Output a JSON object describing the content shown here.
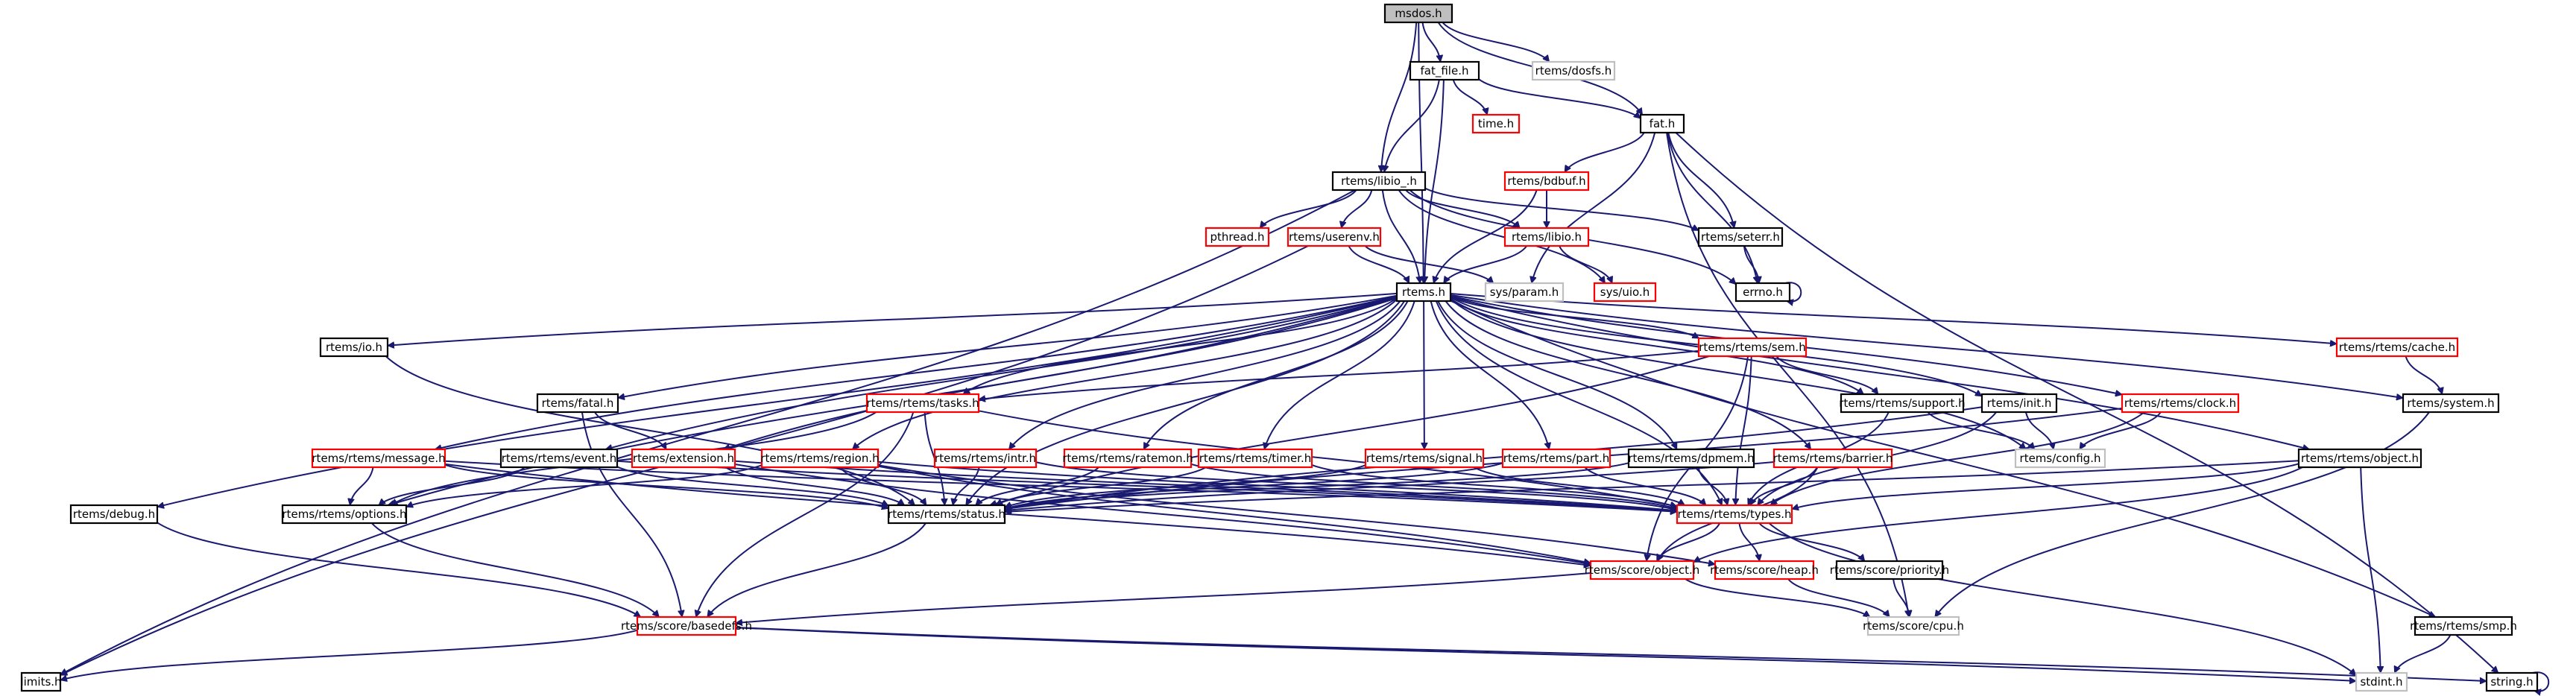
{
  "diagram": {
    "type": "include-dependency-graph",
    "root": "msdos.h",
    "legend": {
      "root_fill": "#bfbfbf",
      "documented_border": "#000000",
      "undocumented_border": "#ff0000",
      "external_border": "#bfbfbf",
      "edge_color": "#191970"
    },
    "nodes": [
      {
        "id": "msdos",
        "label": "msdos.h",
        "kind": "root"
      },
      {
        "id": "fat_file",
        "label": "fat_file.h",
        "kind": "black"
      },
      {
        "id": "dosfs",
        "label": "rtems/dosfs.h",
        "kind": "grey"
      },
      {
        "id": "time",
        "label": "time.h",
        "kind": "red"
      },
      {
        "id": "fat",
        "label": "fat.h",
        "kind": "black"
      },
      {
        "id": "libio_",
        "label": "rtems/libio_.h",
        "kind": "black"
      },
      {
        "id": "bdbuf",
        "label": "rtems/bdbuf.h",
        "kind": "red"
      },
      {
        "id": "pthread",
        "label": "pthread.h",
        "kind": "red"
      },
      {
        "id": "userenv",
        "label": "rtems/userenv.h",
        "kind": "red"
      },
      {
        "id": "libio",
        "label": "rtems/libio.h",
        "kind": "red"
      },
      {
        "id": "seterr",
        "label": "rtems/seterr.h",
        "kind": "black"
      },
      {
        "id": "rtems",
        "label": "rtems.h",
        "kind": "black"
      },
      {
        "id": "sysparam",
        "label": "sys/param.h",
        "kind": "grey"
      },
      {
        "id": "sysuio",
        "label": "sys/uio.h",
        "kind": "red"
      },
      {
        "id": "errno",
        "label": "errno.h",
        "kind": "black"
      },
      {
        "id": "io",
        "label": "rtems/io.h",
        "kind": "black"
      },
      {
        "id": "sem",
        "label": "rtems/rtems/sem.h",
        "kind": "red"
      },
      {
        "id": "cache",
        "label": "rtems/rtems/cache.h",
        "kind": "red"
      },
      {
        "id": "fatal",
        "label": "rtems/fatal.h",
        "kind": "black"
      },
      {
        "id": "tasks",
        "label": "rtems/rtems/tasks.h",
        "kind": "red"
      },
      {
        "id": "support",
        "label": "rtems/rtems/support.h",
        "kind": "black"
      },
      {
        "id": "init",
        "label": "rtems/init.h",
        "kind": "black"
      },
      {
        "id": "clock",
        "label": "rtems/rtems/clock.h",
        "kind": "red"
      },
      {
        "id": "system",
        "label": "rtems/system.h",
        "kind": "black"
      },
      {
        "id": "message",
        "label": "rtems/rtems/message.h",
        "kind": "red"
      },
      {
        "id": "event",
        "label": "rtems/rtems/event.h",
        "kind": "black"
      },
      {
        "id": "extension",
        "label": "rtems/extension.h",
        "kind": "red"
      },
      {
        "id": "region",
        "label": "rtems/rtems/region.h",
        "kind": "red"
      },
      {
        "id": "intr",
        "label": "rtems/rtems/intr.h",
        "kind": "red"
      },
      {
        "id": "ratemon",
        "label": "rtems/rtems/ratemon.h",
        "kind": "red"
      },
      {
        "id": "timer",
        "label": "rtems/rtems/timer.h",
        "kind": "red"
      },
      {
        "id": "signal",
        "label": "rtems/rtems/signal.h",
        "kind": "red"
      },
      {
        "id": "part",
        "label": "rtems/rtems/part.h",
        "kind": "red"
      },
      {
        "id": "dpmem",
        "label": "rtems/rtems/dpmem.h",
        "kind": "black"
      },
      {
        "id": "barrier",
        "label": "rtems/rtems/barrier.h",
        "kind": "red"
      },
      {
        "id": "config",
        "label": "rtems/config.h",
        "kind": "grey"
      },
      {
        "id": "robject",
        "label": "rtems/rtems/object.h",
        "kind": "black"
      },
      {
        "id": "debug",
        "label": "rtems/debug.h",
        "kind": "black"
      },
      {
        "id": "options",
        "label": "rtems/rtems/options.h",
        "kind": "black"
      },
      {
        "id": "status",
        "label": "rtems/rtems/status.h",
        "kind": "black"
      },
      {
        "id": "types",
        "label": "rtems/rtems/types.h",
        "kind": "red"
      },
      {
        "id": "sobject",
        "label": "rtems/score/object.h",
        "kind": "red"
      },
      {
        "id": "heap",
        "label": "rtems/score/heap.h",
        "kind": "red"
      },
      {
        "id": "priority",
        "label": "rtems/score/priority.h",
        "kind": "black"
      },
      {
        "id": "basedefs",
        "label": "rtems/score/basedefs.h",
        "kind": "red"
      },
      {
        "id": "cpu",
        "label": "rtems/score/cpu.h",
        "kind": "grey"
      },
      {
        "id": "smp",
        "label": "rtems/rtems/smp.h",
        "kind": "black"
      },
      {
        "id": "limits",
        "label": "limits.h",
        "kind": "black"
      },
      {
        "id": "stdint",
        "label": "stdint.h",
        "kind": "grey"
      },
      {
        "id": "string",
        "label": "string.h",
        "kind": "black"
      }
    ],
    "edges": [
      [
        "msdos",
        "fat_file"
      ],
      [
        "msdos",
        "dosfs"
      ],
      [
        "msdos",
        "fat"
      ],
      [
        "msdos",
        "libio_"
      ],
      [
        "msdos",
        "rtems"
      ],
      [
        "fat_file",
        "time"
      ],
      [
        "fat_file",
        "fat"
      ],
      [
        "fat_file",
        "libio_"
      ],
      [
        "fat_file",
        "rtems"
      ],
      [
        "fat",
        "bdbuf"
      ],
      [
        "fat",
        "seterr"
      ],
      [
        "fat",
        "errno"
      ],
      [
        "fat",
        "sysparam"
      ],
      [
        "fat",
        "cpu"
      ],
      [
        "fat",
        "string"
      ],
      [
        "libio_",
        "pthread"
      ],
      [
        "libio_",
        "userenv"
      ],
      [
        "libio_",
        "libio"
      ],
      [
        "libio_",
        "seterr"
      ],
      [
        "libio_",
        "rtems"
      ],
      [
        "libio_",
        "errno"
      ],
      [
        "libio_",
        "sysuio"
      ],
      [
        "libio_",
        "limits"
      ],
      [
        "bdbuf",
        "libio"
      ],
      [
        "bdbuf",
        "rtems"
      ],
      [
        "userenv",
        "rtems"
      ],
      [
        "userenv",
        "sysparam"
      ],
      [
        "userenv",
        "limits"
      ],
      [
        "libio",
        "rtems"
      ],
      [
        "libio",
        "sysuio"
      ],
      [
        "seterr",
        "errno"
      ],
      [
        "errno",
        "errno"
      ],
      [
        "rtems",
        "io"
      ],
      [
        "rtems",
        "sem"
      ],
      [
        "rtems",
        "cache"
      ],
      [
        "rtems",
        "fatal"
      ],
      [
        "rtems",
        "tasks"
      ],
      [
        "rtems",
        "support"
      ],
      [
        "rtems",
        "init"
      ],
      [
        "rtems",
        "clock"
      ],
      [
        "rtems",
        "system"
      ],
      [
        "rtems",
        "message"
      ],
      [
        "rtems",
        "event"
      ],
      [
        "rtems",
        "extension"
      ],
      [
        "rtems",
        "region"
      ],
      [
        "rtems",
        "intr"
      ],
      [
        "rtems",
        "ratemon"
      ],
      [
        "rtems",
        "timer"
      ],
      [
        "rtems",
        "signal"
      ],
      [
        "rtems",
        "part"
      ],
      [
        "rtems",
        "dpmem"
      ],
      [
        "rtems",
        "barrier"
      ],
      [
        "rtems",
        "config"
      ],
      [
        "rtems",
        "robject"
      ],
      [
        "rtems",
        "debug"
      ],
      [
        "rtems",
        "options"
      ],
      [
        "rtems",
        "status"
      ],
      [
        "rtems",
        "types"
      ],
      [
        "rtems",
        "smp"
      ],
      [
        "io",
        "status"
      ],
      [
        "sem",
        "tasks"
      ],
      [
        "sem",
        "support"
      ],
      [
        "sem",
        "types"
      ],
      [
        "sem",
        "sobject"
      ],
      [
        "sem",
        "status"
      ],
      [
        "cache",
        "system"
      ],
      [
        "fatal",
        "extension"
      ],
      [
        "fatal",
        "basedefs"
      ],
      [
        "tasks",
        "status"
      ],
      [
        "tasks",
        "types"
      ],
      [
        "tasks",
        "options"
      ],
      [
        "tasks",
        "basedefs"
      ],
      [
        "support",
        "types"
      ],
      [
        "support",
        "config"
      ],
      [
        "init",
        "config"
      ],
      [
        "init",
        "types"
      ],
      [
        "init",
        "status"
      ],
      [
        "clock",
        "config"
      ],
      [
        "clock",
        "types"
      ],
      [
        "clock",
        "status"
      ],
      [
        "system",
        "cpu"
      ],
      [
        "message",
        "options"
      ],
      [
        "message",
        "status"
      ],
      [
        "message",
        "types"
      ],
      [
        "message",
        "sobject"
      ],
      [
        "event",
        "options"
      ],
      [
        "event",
        "status"
      ],
      [
        "event",
        "types"
      ],
      [
        "extension",
        "status"
      ],
      [
        "extension",
        "types"
      ],
      [
        "extension",
        "sobject"
      ],
      [
        "region",
        "options"
      ],
      [
        "region",
        "status"
      ],
      [
        "region",
        "types"
      ],
      [
        "region",
        "sobject"
      ],
      [
        "region",
        "heap"
      ],
      [
        "intr",
        "status"
      ],
      [
        "intr",
        "types"
      ],
      [
        "ratemon",
        "status"
      ],
      [
        "ratemon",
        "types"
      ],
      [
        "timer",
        "status"
      ],
      [
        "timer",
        "types"
      ],
      [
        "signal",
        "status"
      ],
      [
        "signal",
        "types"
      ],
      [
        "part",
        "status"
      ],
      [
        "part",
        "types"
      ],
      [
        "dpmem",
        "status"
      ],
      [
        "dpmem",
        "types"
      ],
      [
        "barrier",
        "status"
      ],
      [
        "barrier",
        "types"
      ],
      [
        "barrier",
        "sobject"
      ],
      [
        "robject",
        "types"
      ],
      [
        "robject",
        "status"
      ],
      [
        "robject",
        "sobject"
      ],
      [
        "robject",
        "stdint"
      ],
      [
        "debug",
        "basedefs"
      ],
      [
        "options",
        "basedefs"
      ],
      [
        "status",
        "basedefs"
      ],
      [
        "types",
        "sobject"
      ],
      [
        "types",
        "heap"
      ],
      [
        "types",
        "priority"
      ],
      [
        "types",
        "stdint"
      ],
      [
        "sobject",
        "cpu"
      ],
      [
        "sobject",
        "basedefs"
      ],
      [
        "heap",
        "cpu"
      ],
      [
        "priority",
        "cpu"
      ],
      [
        "basedefs",
        "limits"
      ],
      [
        "basedefs",
        "stdint"
      ],
      [
        "basedefs",
        "string"
      ],
      [
        "smp",
        "stdint"
      ],
      [
        "string",
        "string"
      ]
    ]
  }
}
